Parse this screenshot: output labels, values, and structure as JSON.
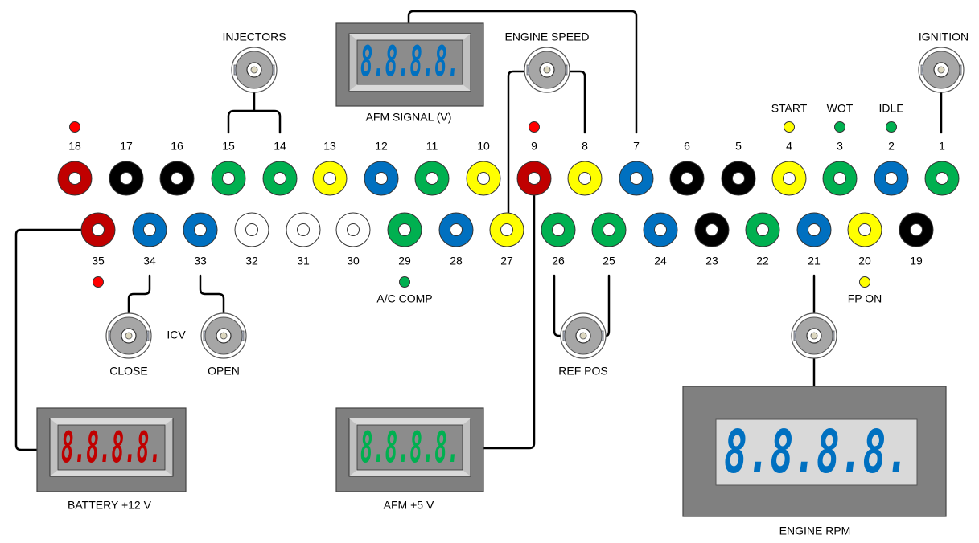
{
  "colors": {
    "red": "#c00000",
    "black": "#000000",
    "green": "#00b050",
    "yellow": "#ffff00",
    "blue": "#0070c0",
    "white": "#ffffff",
    "led_red": "#ff0000"
  },
  "top_row": [
    {
      "num": "18",
      "color": "red"
    },
    {
      "num": "17",
      "color": "black"
    },
    {
      "num": "16",
      "color": "black"
    },
    {
      "num": "15",
      "color": "green"
    },
    {
      "num": "14",
      "color": "green"
    },
    {
      "num": "13",
      "color": "yellow"
    },
    {
      "num": "12",
      "color": "blue"
    },
    {
      "num": "11",
      "color": "green"
    },
    {
      "num": "10",
      "color": "yellow"
    },
    {
      "num": "9",
      "color": "red"
    },
    {
      "num": "8",
      "color": "yellow"
    },
    {
      "num": "7",
      "color": "blue"
    },
    {
      "num": "6",
      "color": "black"
    },
    {
      "num": "5",
      "color": "black"
    },
    {
      "num": "4",
      "color": "yellow"
    },
    {
      "num": "3",
      "color": "green"
    },
    {
      "num": "2",
      "color": "blue"
    },
    {
      "num": "1",
      "color": "green"
    }
  ],
  "bottom_row": [
    {
      "num": "35",
      "color": "red"
    },
    {
      "num": "34",
      "color": "blue"
    },
    {
      "num": "33",
      "color": "blue"
    },
    {
      "num": "32",
      "color": "white"
    },
    {
      "num": "31",
      "color": "white"
    },
    {
      "num": "30",
      "color": "white"
    },
    {
      "num": "29",
      "color": "green"
    },
    {
      "num": "28",
      "color": "blue"
    },
    {
      "num": "27",
      "color": "yellow"
    },
    {
      "num": "26",
      "color": "green"
    },
    {
      "num": "25",
      "color": "green"
    },
    {
      "num": "24",
      "color": "blue"
    },
    {
      "num": "23",
      "color": "black"
    },
    {
      "num": "22",
      "color": "green"
    },
    {
      "num": "21",
      "color": "blue"
    },
    {
      "num": "20",
      "color": "yellow"
    },
    {
      "num": "19",
      "color": "black"
    }
  ],
  "indicators": [
    {
      "jack": "18",
      "label": "",
      "color": "led_red"
    },
    {
      "jack": "9",
      "label": "",
      "color": "led_red"
    },
    {
      "jack": "4",
      "label": "START",
      "color": "yellow"
    },
    {
      "jack": "3",
      "label": "WOT",
      "color": "green"
    },
    {
      "jack": "2",
      "label": "IDLE",
      "color": "green"
    },
    {
      "jack": "35",
      "label": "",
      "color": "led_red"
    },
    {
      "jack": "29",
      "label": "A/C COMP",
      "color": "green"
    },
    {
      "jack": "20",
      "label": "FP ON",
      "color": "yellow"
    }
  ],
  "connectors": {
    "injectors": "INJECTORS",
    "engine_speed": "ENGINE SPEED",
    "ignition": "IGNITION",
    "icv": "ICV",
    "close": "CLOSE",
    "open": "OPEN",
    "ref_pos": "REF POS"
  },
  "meters": {
    "afm_signal": {
      "label": "AFM SIGNAL (V)",
      "digit_color": "#0070c0",
      "reading": "8.8.8.8."
    },
    "battery": {
      "label": "BATTERY +12 V",
      "digit_color": "#c00000",
      "reading": "8.8.8.8."
    },
    "afm_5v": {
      "label": "AFM +5 V",
      "digit_color": "#00b050",
      "reading": "8.8.8.8."
    },
    "engine_rpm": {
      "label": "ENGINE RPM",
      "digit_color": "#0070c0",
      "reading": "8.8.8.8."
    }
  }
}
